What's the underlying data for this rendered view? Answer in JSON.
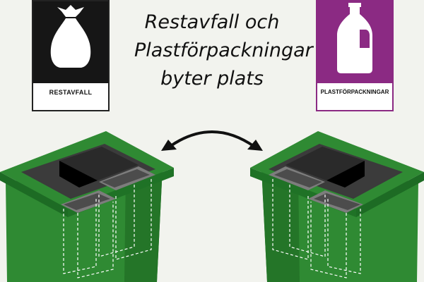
{
  "labels": {
    "left": {
      "text": "RESTAVFALL",
      "icon": "trash-bag-icon",
      "color": "#161616"
    },
    "right": {
      "text": "PLASTFÖRPACKNINGAR",
      "icon": "plastic-bottle-icon",
      "color": "#8b2a83"
    }
  },
  "headline": {
    "line1": "Restavfall och",
    "line2": "Plastförpackningar",
    "line3": "byter plats"
  },
  "swap_arrow": {
    "icon": "double-arrow-icon"
  },
  "colors": {
    "bin_green": "#2f8a33",
    "bin_dark_green": "#1d6b24",
    "background": "#f2f3ee"
  }
}
